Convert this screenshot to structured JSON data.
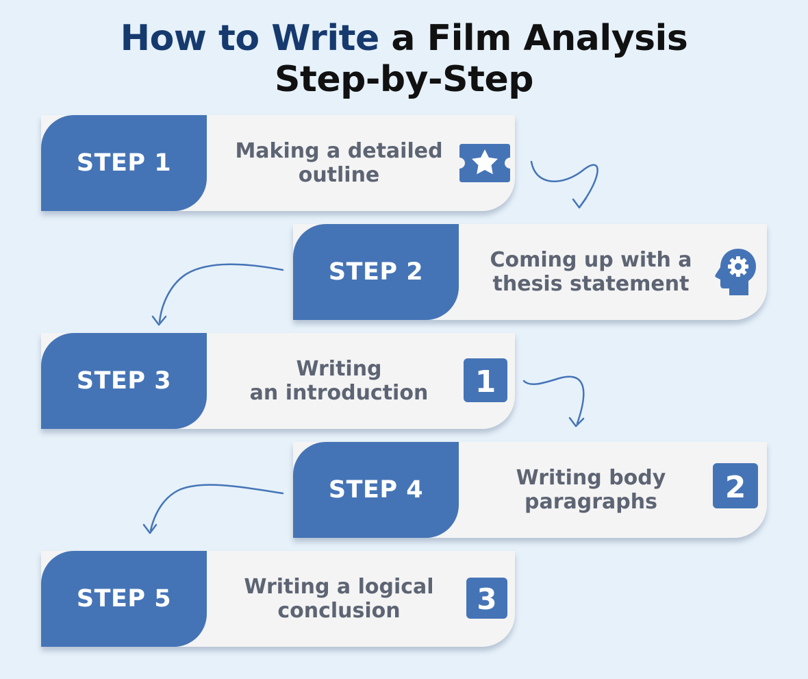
{
  "title": {
    "accent": "How to Write",
    "rest": " a Film Analysis",
    "line2": "Step-by-Step"
  },
  "colors": {
    "background": "#e6f1fa",
    "badge": "#4574b6",
    "title_accent": "#163a6e",
    "card": "#f4f4f4",
    "step_text": "#5d6473"
  },
  "steps": [
    {
      "label": "STEP 1",
      "text": "Making a detailed\noutline",
      "icon": "ticket-star-icon"
    },
    {
      "label": "STEP 2",
      "text": "Coming up with a\nthesis statement",
      "icon": "head-gear-icon"
    },
    {
      "label": "STEP 3",
      "text": "Writing\nan introduction",
      "icon": "number-1-icon",
      "icon_text": "1"
    },
    {
      "label": "STEP 4",
      "text": "Writing body\nparagraphs",
      "icon": "number-2-icon",
      "icon_text": "2"
    },
    {
      "label": "STEP 5",
      "text": "Writing a logical\nconclusion",
      "icon": "number-3-icon",
      "icon_text": "3"
    }
  ]
}
